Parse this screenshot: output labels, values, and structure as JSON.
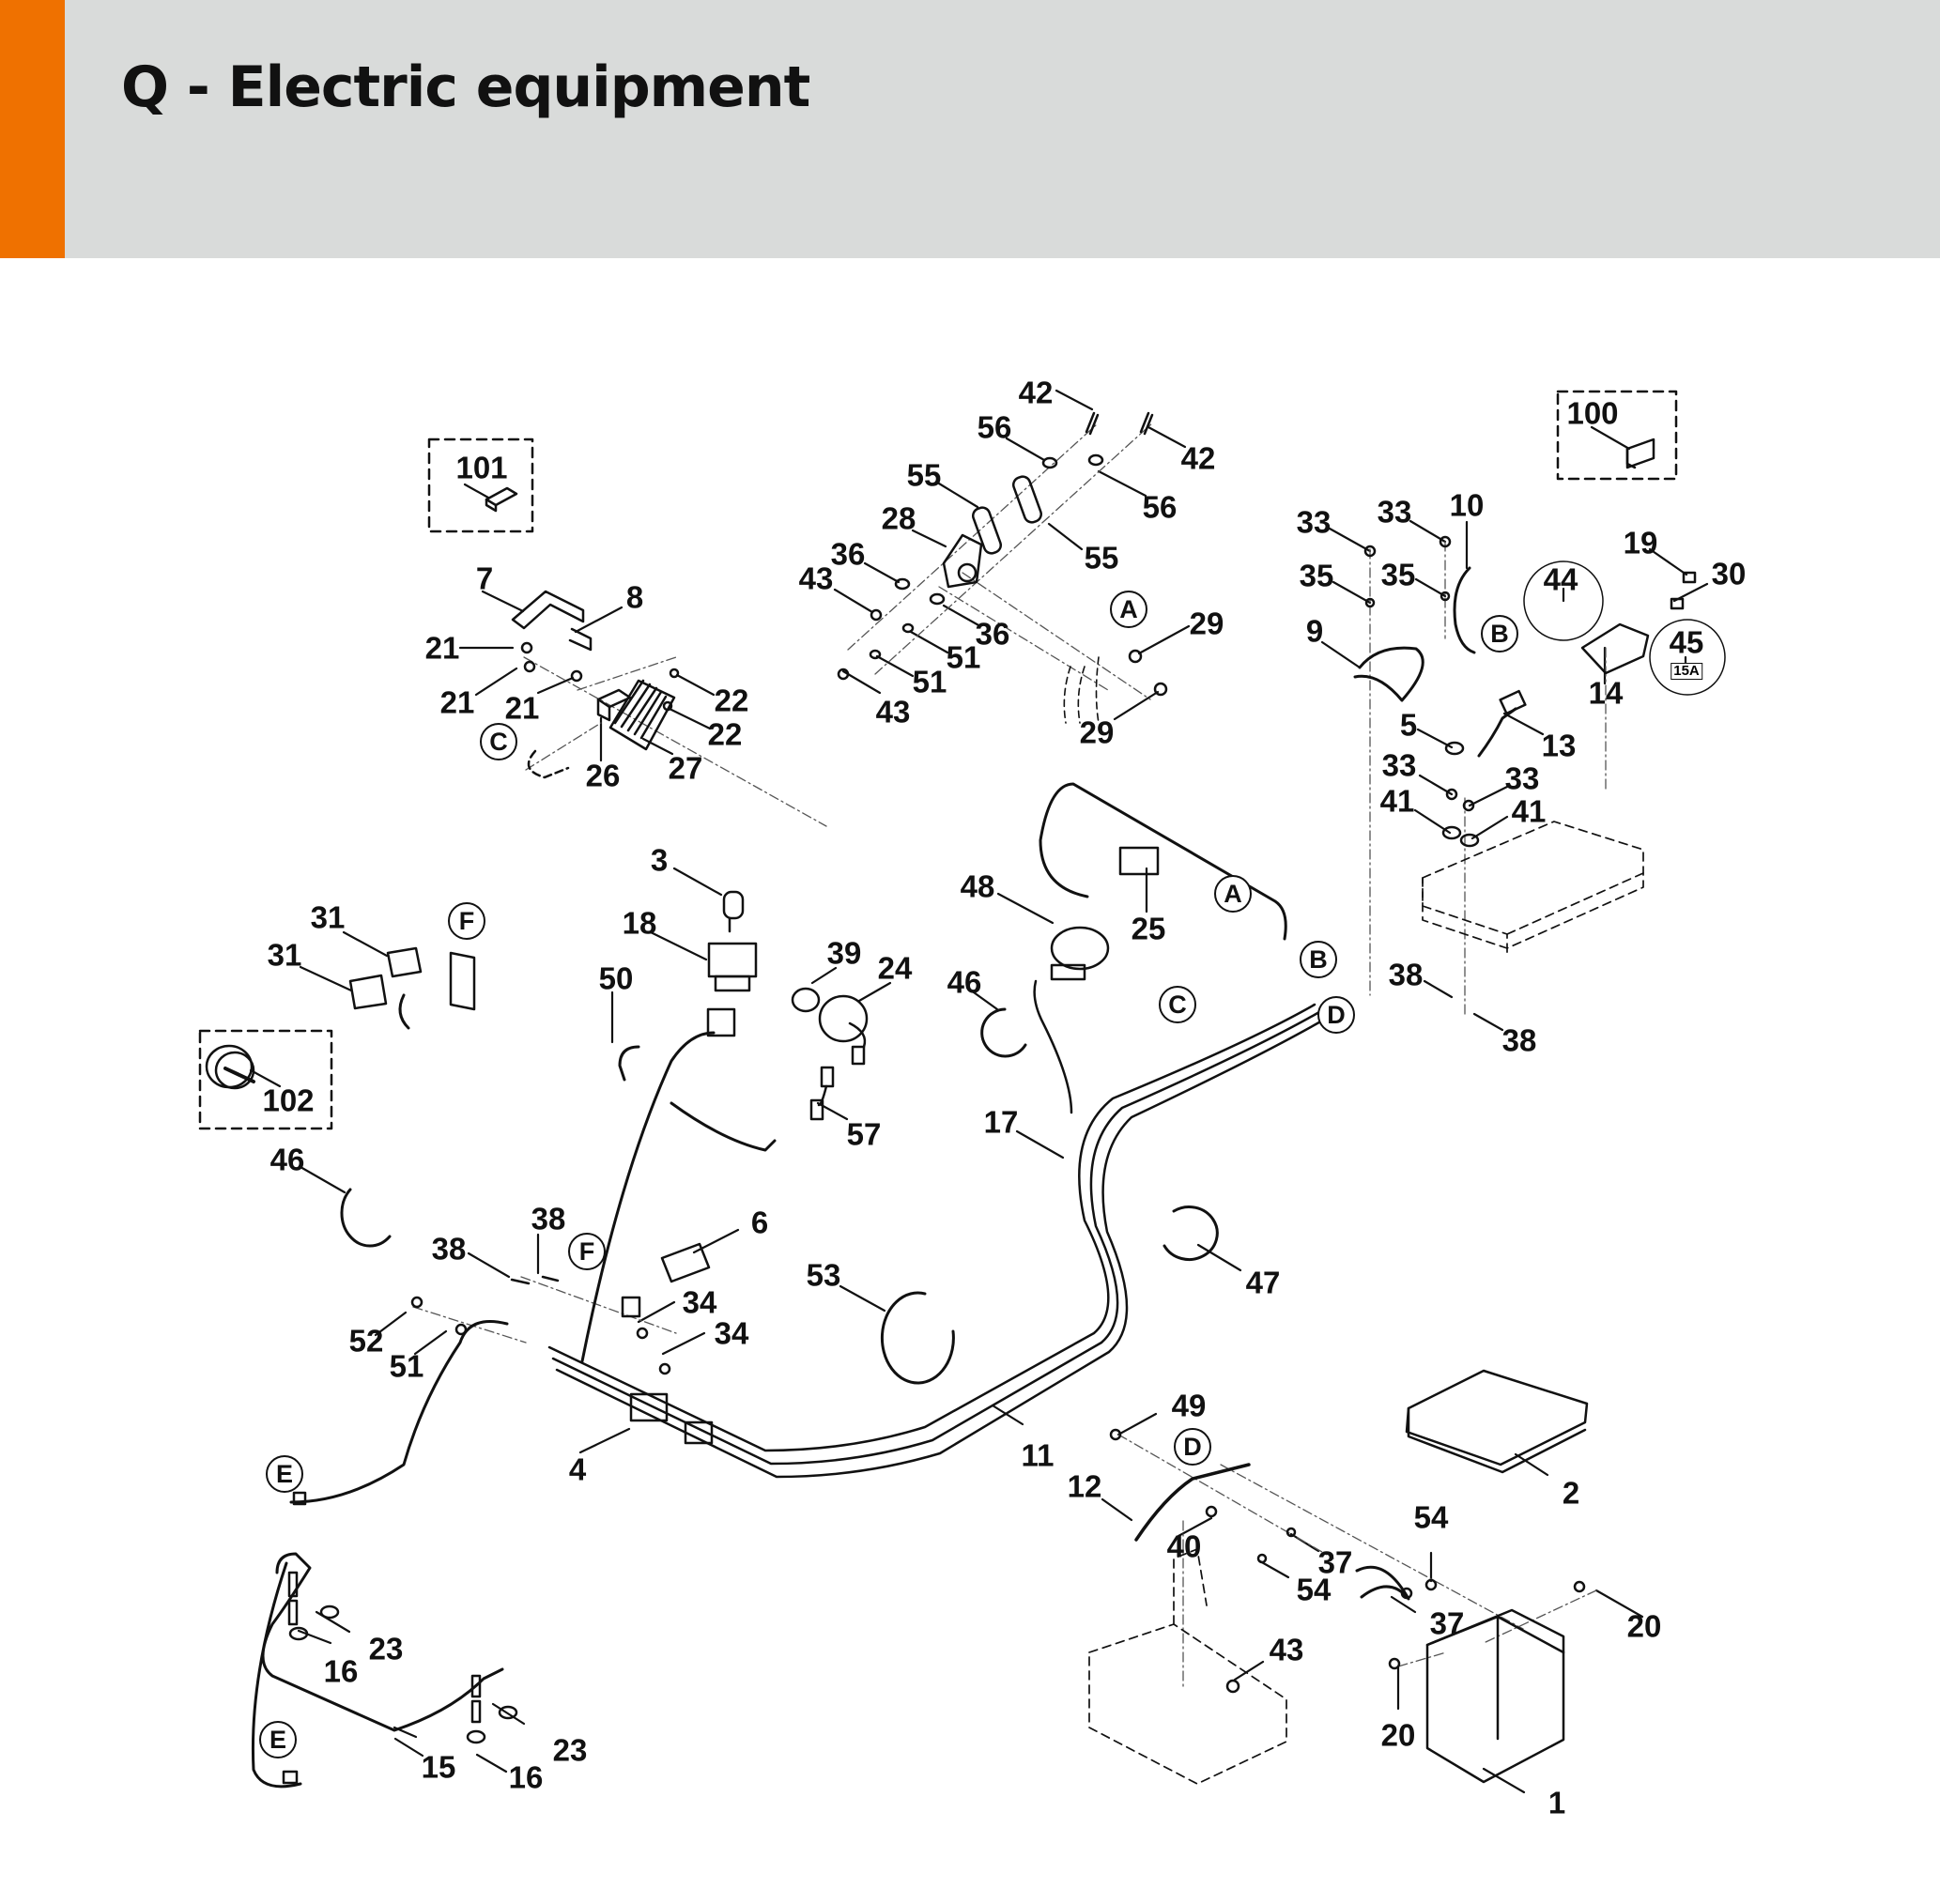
{
  "header": {
    "title": "Q - Electric equipment",
    "accent_color": "#ef7100",
    "band_color": "#d9dbda"
  },
  "diagram": {
    "optional_boxes": [
      {
        "part": "101"
      },
      {
        "part": "100"
      },
      {
        "part": "102"
      }
    ],
    "callouts": {
      "p1": "1",
      "p2": "2",
      "p3": "3",
      "p4": "4",
      "p5": "5",
      "p6": "6",
      "p7": "7",
      "p8": "8",
      "p9": "9",
      "p10": "10",
      "p11": "11",
      "p12": "12",
      "p13": "13",
      "p14": "14",
      "p15": "15",
      "p16a": "16",
      "p16b": "16",
      "p17": "17",
      "p18": "18",
      "p19": "19",
      "p20a": "20",
      "p20b": "20",
      "p21a": "21",
      "p21b": "21",
      "p21c": "21",
      "p22a": "22",
      "p22b": "22",
      "p23a": "23",
      "p23b": "23",
      "p24": "24",
      "p25": "25",
      "p26": "26",
      "p27": "27",
      "p28": "28",
      "p29a": "29",
      "p29b": "29",
      "p30": "30",
      "p31a": "31",
      "p31b": "31",
      "p33a": "33",
      "p33b": "33",
      "p33c": "33",
      "p33d": "33",
      "p34a": "34",
      "p34b": "34",
      "p35a": "35",
      "p35b": "35",
      "p36a": "36",
      "p36b": "36",
      "p37a": "37",
      "p37b": "37",
      "p38a": "38",
      "p38b": "38",
      "p38c": "38",
      "p38d": "38",
      "p39": "39",
      "p40": "40",
      "p41a": "41",
      "p41b": "41",
      "p42a": "42",
      "p42b": "42",
      "p43a": "43",
      "p43b": "43",
      "p43c": "43",
      "p44": "44",
      "p45": "45",
      "p46a": "46",
      "p46b": "46",
      "p47": "47",
      "p48": "48",
      "p49": "49",
      "p50": "50",
      "p51a": "51",
      "p51b": "51",
      "p51c": "51",
      "p52": "52",
      "p53": "53",
      "p54a": "54",
      "p54b": "54",
      "p55a": "55",
      "p55b": "55",
      "p56a": "56",
      "p56b": "56",
      "p57": "57",
      "p100": "100",
      "p101": "101",
      "p102": "102"
    },
    "fuse_rating": "15A",
    "references": {
      "A1": "A",
      "A2": "A",
      "B1": "B",
      "B2": "B",
      "C1": "C",
      "C2": "C",
      "D1": "D",
      "D2": "D",
      "E1": "E",
      "E2": "E",
      "F1": "F",
      "F2": "F"
    }
  }
}
